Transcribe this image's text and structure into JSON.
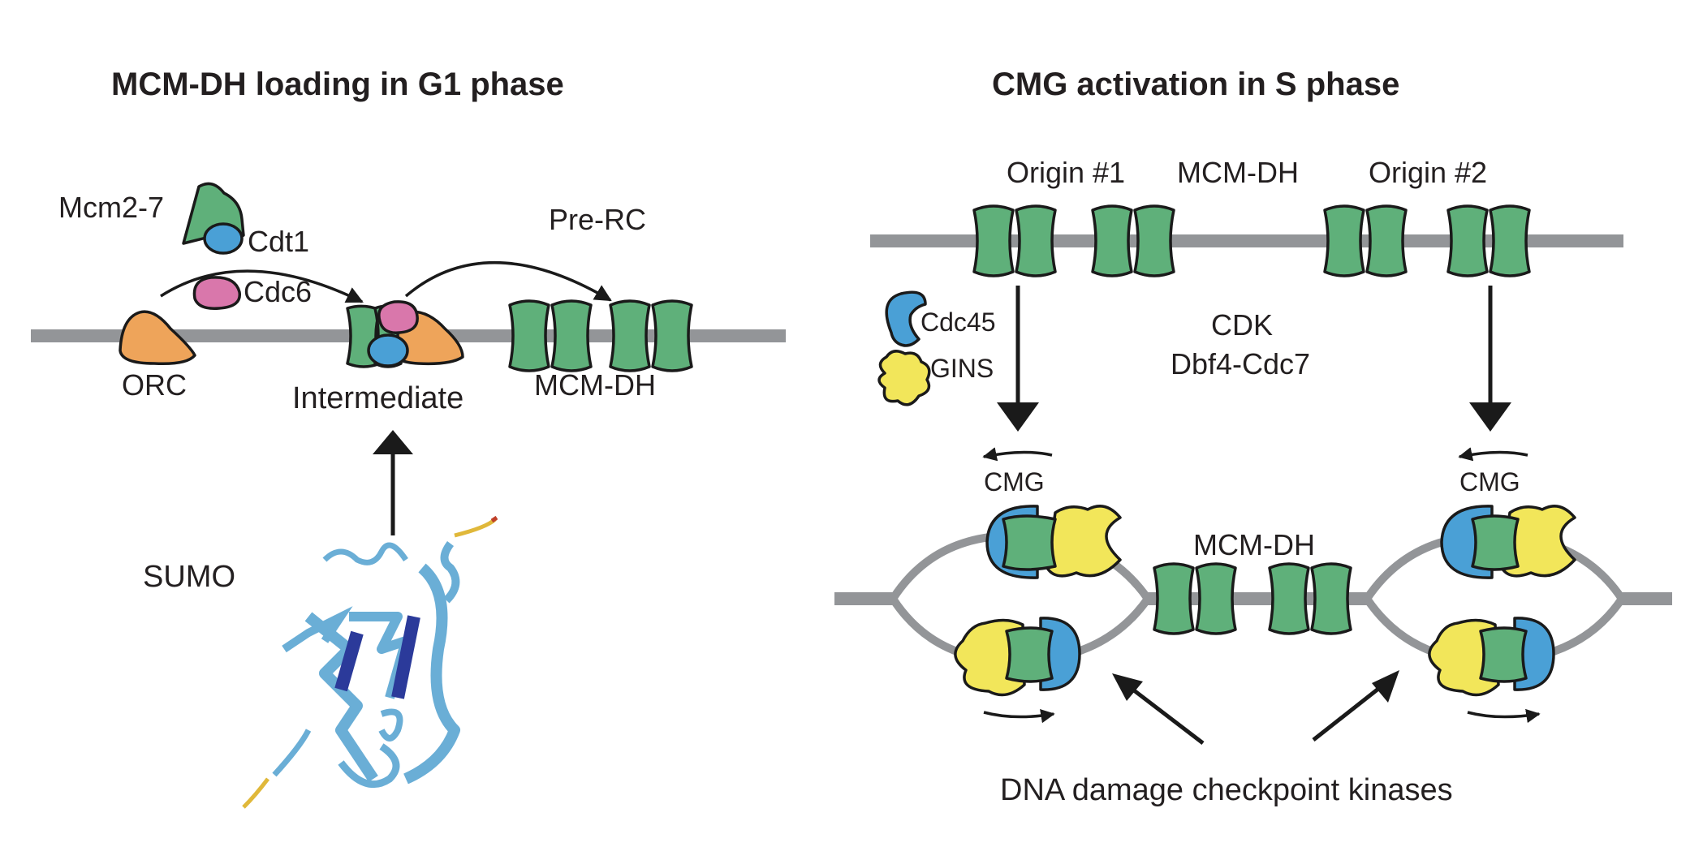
{
  "left_panel": {
    "title": "MCM-DH loading in G1 phase",
    "labels": {
      "mcm27": "Mcm2-7",
      "cdt1": "Cdt1",
      "cdc6": "Cdc6",
      "orc": "ORC",
      "intermediate": "Intermediate",
      "pre_rc": "Pre-RC",
      "mcm_dh": "MCM-DH",
      "sumo": "SUMO"
    }
  },
  "right_panel": {
    "title": "CMG activation in S phase",
    "labels": {
      "origin1": "Origin #1",
      "mcm_dh_top": "MCM-DH",
      "origin2": "Origin #2",
      "cdc45": "Cdc45",
      "gins": "GINS",
      "cdk": "CDK",
      "dbf4": "Dbf4-Cdc7",
      "cmg_left": "CMG",
      "cmg_right": "CMG",
      "mcm_dh_bottom": "MCM-DH",
      "checkpoint": "DNA damage checkpoint kinases"
    }
  },
  "colors": {
    "mcm": "#5fb07a",
    "cdt1": "#4aa0d6",
    "cdc45": "#4aa0d6",
    "cdc6": "#d977ab",
    "orc": "#eea45a",
    "gins": "#f2e65a",
    "dna": "#939598",
    "sumo_ribbon": "#6aaed6",
    "sumo_strand": "#2b3a9a"
  }
}
